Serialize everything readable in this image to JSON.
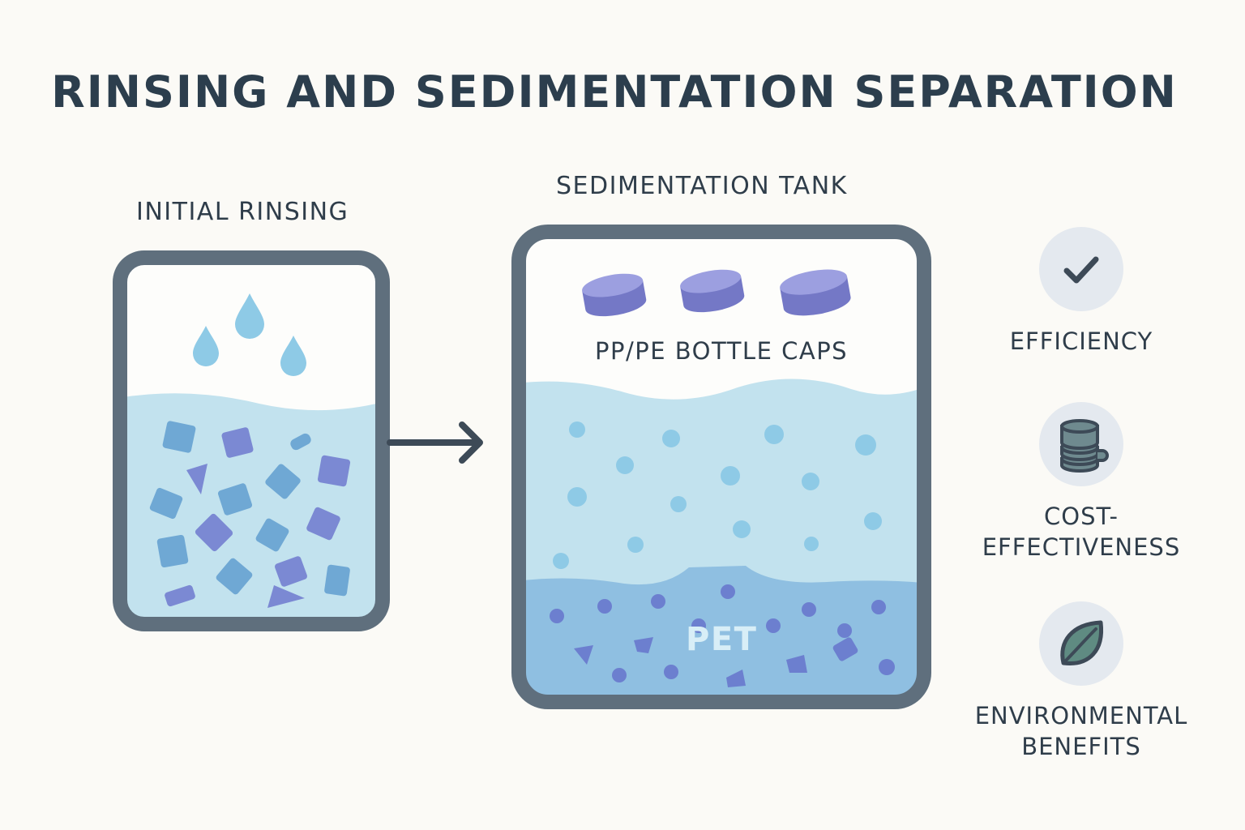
{
  "title": "RINSING AND SEDIMENTATION SEPARATION",
  "stages": {
    "rinsing": {
      "label": "INITIAL RINSING"
    },
    "tank": {
      "label": "SEDIMENTATION TANK",
      "caps_label": "PP/PE BOTTLE CAPS",
      "bottom_label": "PET"
    }
  },
  "benefits": [
    {
      "label": "EFFICIENCY",
      "icon": "check-icon"
    },
    {
      "label": "COST-\nEFFECTIVENESS",
      "icon": "coin-stack-icon"
    },
    {
      "label": "ENVIRONMENTAL\nBENEFITS",
      "icon": "leaf-icon"
    }
  ],
  "colors": {
    "background": "#fbfaf6",
    "frame": "#5f6f7d",
    "water_light": "#c2e2ee",
    "water_deep": "#8fbfe1",
    "cap": "#8a8fd2",
    "text": "#2c3e4d"
  }
}
